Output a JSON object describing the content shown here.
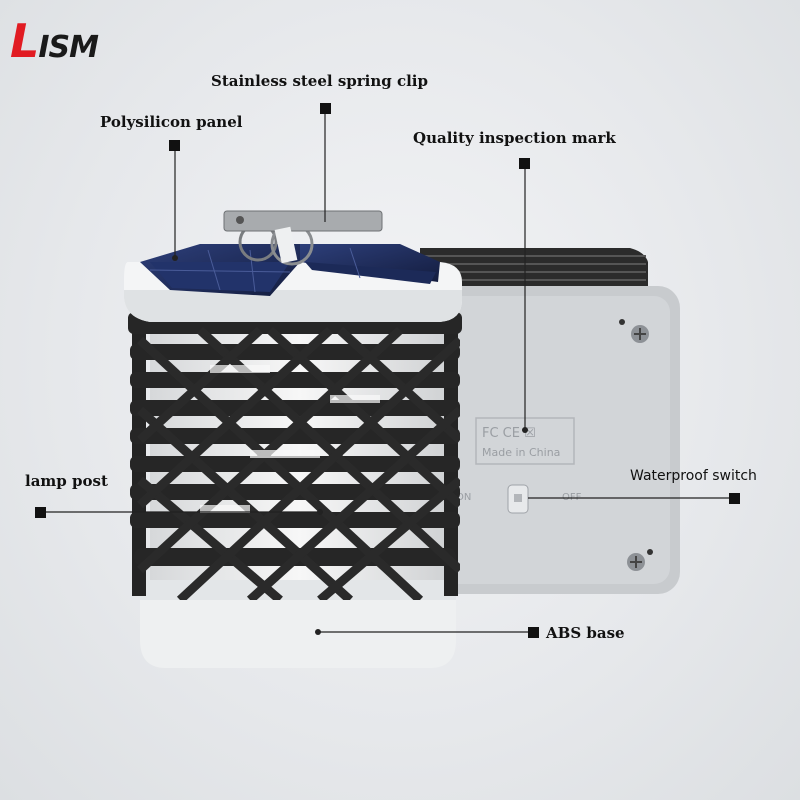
{
  "brand": {
    "logo_initial": "L",
    "logo_rest": "ISM"
  },
  "labels": {
    "spring_clip": "Stainless steel spring clip",
    "panel": "Polysilicon panel",
    "inspection_mark": "Quality inspection mark",
    "lamp_post": "lamp post",
    "waterproof_switch": "Waterproof switch",
    "abs_base": "ABS base"
  },
  "product_markings": {
    "cert": "FC CE ☒",
    "made_in": "Made in China",
    "switch_on": "ON",
    "switch_off": "OFF"
  },
  "colors": {
    "background": "#e6e8eb",
    "logo_red": "#e11b22",
    "cage": "#2a2a2a",
    "base": "#f0f1f2",
    "solar": "#1f2d5c"
  }
}
